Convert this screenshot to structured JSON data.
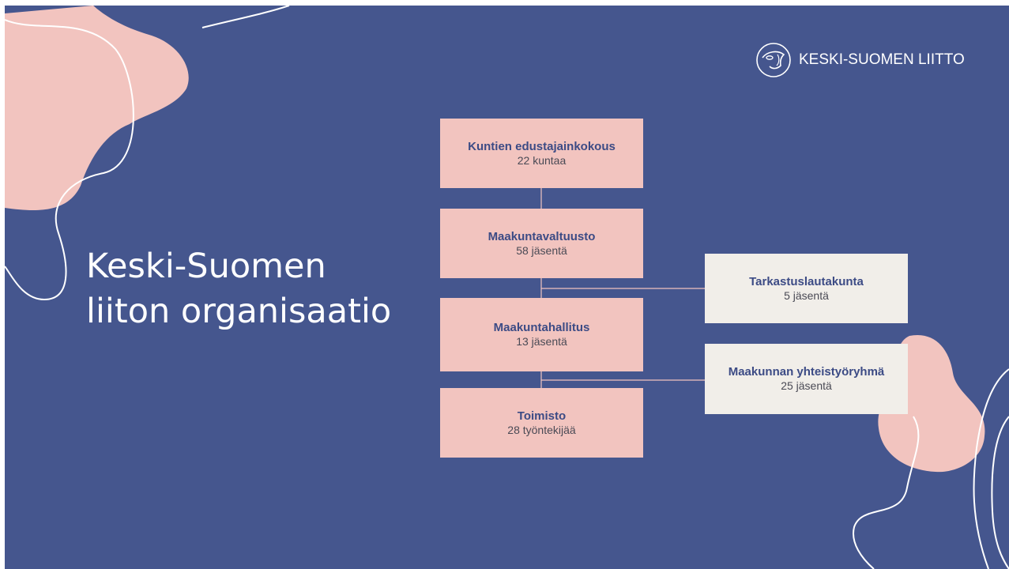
{
  "slide": {
    "title_lines": [
      "Keski-Suomen",
      "liiton organisaatio"
    ],
    "logo": {
      "text": "KESKI-SUOMEN LIITTO",
      "icon": "bird-head-emblem-icon"
    }
  },
  "org_chart": {
    "main_chain": [
      {
        "name": "Kuntien edustajainkokous",
        "detail": "22 kuntaa"
      },
      {
        "name": "Maakuntavaltuusto",
        "detail": "58 jäsentä"
      },
      {
        "name": "Maakuntahallitus",
        "detail": "13 jäsentä"
      },
      {
        "name": "Toimisto",
        "detail": "28 työntekijää"
      }
    ],
    "side_units": [
      {
        "name": "Tarkastuslautakunta",
        "detail": "5 jäsentä"
      },
      {
        "name": "Maakunnan yhteistyöryhmä",
        "detail": "25 jäsentä"
      }
    ]
  },
  "colors": {
    "background": "#45568e",
    "main_box": "#f2c4bf",
    "side_box": "#f1eee9",
    "box_title": "#3c4b85",
    "accent_blob": "#f2c4bf",
    "text_light": "#ffffff"
  }
}
